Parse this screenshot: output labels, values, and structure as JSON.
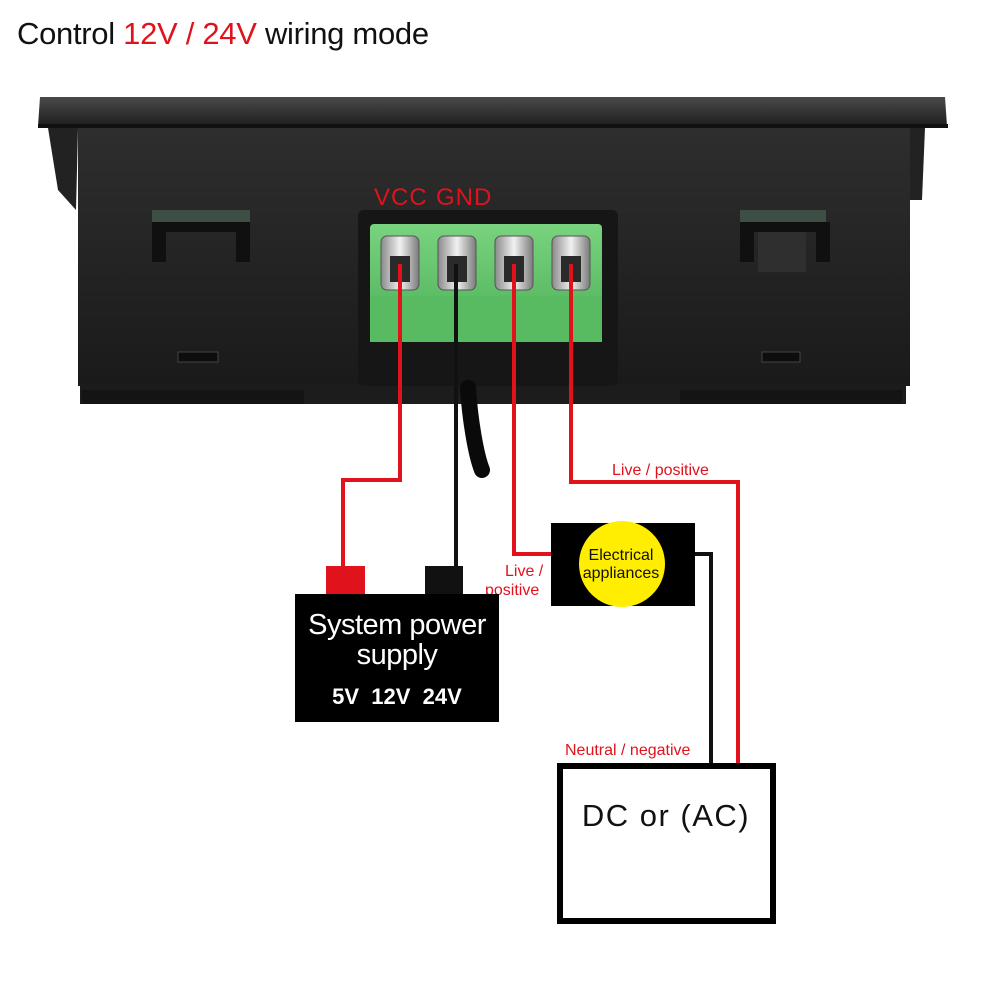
{
  "title": {
    "part1": "Control ",
    "part2": "12V / 24V",
    "part3": " wiring mode"
  },
  "terminal_labels": {
    "vcc": "VCC",
    "gnd": "GND"
  },
  "power_supply": {
    "line1": "System power",
    "line2": "supply",
    "voltages": "5V  12V  24V"
  },
  "appliance": {
    "line1": "Electrical",
    "line2": "appliances"
  },
  "source": {
    "label": "DC or (AC)"
  },
  "wire_labels": {
    "live_positive_top": "Live / positive",
    "live_positive_left_1": "Live /",
    "live_positive_left_2": "positive",
    "neutral_negative": "Neutral / negative"
  },
  "colors": {
    "wire_positive": "#e0121b",
    "wire_negative": "#111111",
    "terminal_block": "#5fc468",
    "device_body": "#2a2a2a",
    "appliance_circle": "#ffee00"
  }
}
